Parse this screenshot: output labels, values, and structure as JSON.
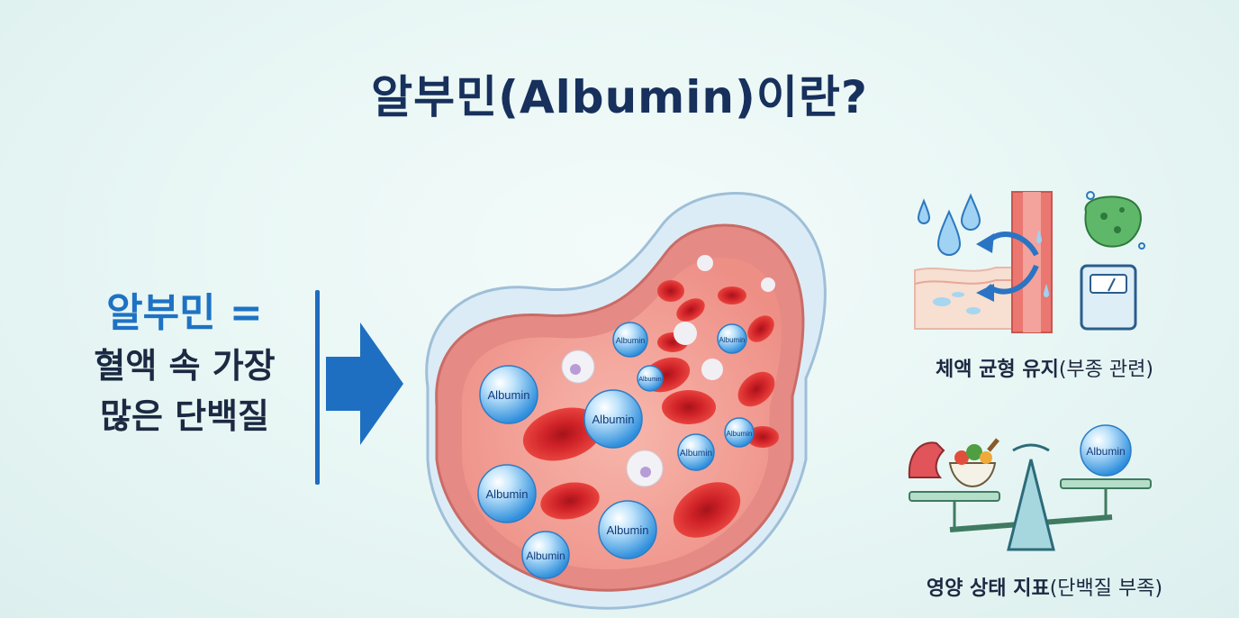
{
  "title": "알부민(Albumin)이란?",
  "left": {
    "line1": "알부민 =",
    "line2": "혈액 속 가장",
    "line3": "많은 단백질"
  },
  "albumin_label": "Albumin",
  "captions": {
    "fluid_main": "체액 균형 유지",
    "fluid_sub": "(부종 관련)",
    "nutrition_main": "영양 상태 지표",
    "nutrition_sub": "(단백질 부족)"
  },
  "colors": {
    "title": "#17305c",
    "accent_blue": "#1e72c4",
    "blood_red": "#d8262a",
    "vessel_pink": "#e98a86"
  },
  "icons": [
    "arrow-right-icon",
    "water-drop-icon",
    "sponge-icon",
    "scale-icon",
    "muscle-icon",
    "food-bowl-icon",
    "balance-scale-icon"
  ]
}
